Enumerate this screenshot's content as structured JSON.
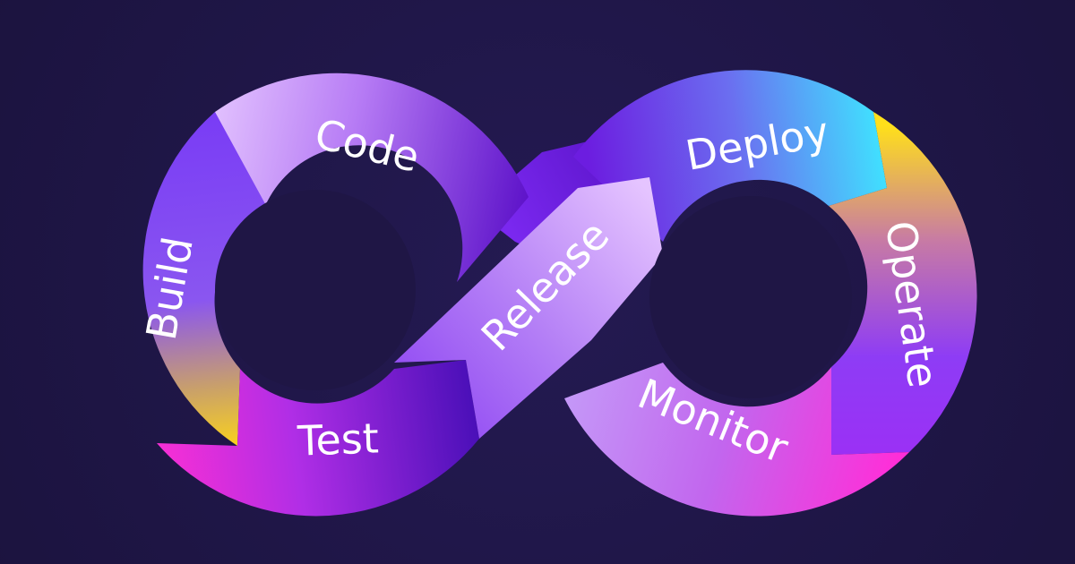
{
  "diagram": {
    "stages": {
      "code": "Code",
      "build": "Build",
      "test": "Test",
      "release": "Release",
      "deploy": "Deploy",
      "operate": "Operate",
      "monitor": "Monitor"
    }
  },
  "colors": {
    "background": "#1f1645",
    "hole": "#1f1645",
    "label": "#ffffff",
    "purple": "#7b3df5",
    "magenta": "#f52ad8",
    "lavender": "#dcb5ff",
    "cyan": "#3ee6ff",
    "yellow": "#f7cf22",
    "violet": "#9236f5"
  }
}
